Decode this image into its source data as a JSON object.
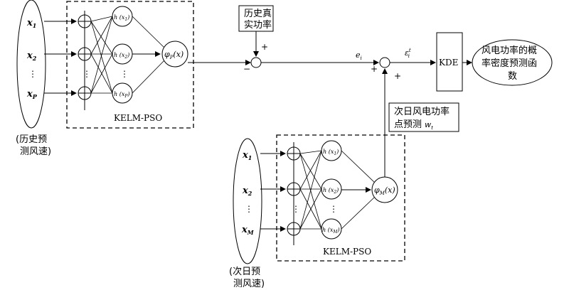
{
  "top_block": {
    "inputs": [
      "x",
      "x",
      "⋮",
      "x"
    ],
    "input_subs": [
      "1",
      "2",
      "",
      "P"
    ],
    "h_nodes": [
      "h (x",
      "h (x",
      "⋮",
      "h (x"
    ],
    "h_subs": [
      "1",
      "2",
      "",
      "P"
    ],
    "output": "φ",
    "output_sub": "P",
    "output_arg": "(x)",
    "label": "KELM-PSO",
    "input_caption": [
      "(历史预",
      "测风速)"
    ]
  },
  "bottom_block": {
    "inputs": [
      "x",
      "x",
      "⋮",
      "x"
    ],
    "input_subs": [
      "1",
      "2",
      "",
      "M"
    ],
    "h_nodes": [
      "h (x",
      "h (x",
      "⋮",
      "h (x"
    ],
    "h_subs": [
      "1",
      "2",
      "",
      "M"
    ],
    "output": "φ",
    "output_sub": "M",
    "output_arg": "(x)",
    "label": "KELM-PSO",
    "input_caption": [
      "(次日预",
      "测风速)"
    ]
  },
  "history_power_box": [
    "历史真",
    "实功率"
  ],
  "point_forecast_box": [
    "次日风电功率",
    "点预测 "
  ],
  "point_forecast_var": "w",
  "point_forecast_sub": "t",
  "error_label": "e",
  "error_sub": "i",
  "epsilon_label": "ε",
  "epsilon_sub": "i",
  "epsilon_sup": "t",
  "sum1_signs": {
    "plus": "+",
    "minus": "−"
  },
  "sum2_signs": {
    "plus_left": "+",
    "plus_bottom": "+"
  },
  "kde_label": "KDE",
  "result_ellipse": [
    "风电功率的概",
    "率密度预测函",
    "数"
  ]
}
